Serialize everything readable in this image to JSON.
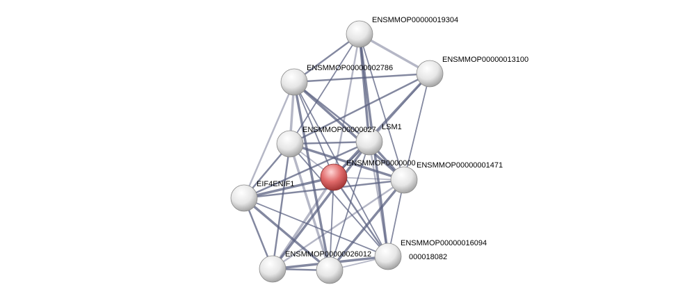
{
  "network": {
    "nodes": [
      {
        "id": "n19304",
        "label": "ENSMMOP00000019304",
        "kind": "neighbor"
      },
      {
        "id": "n13100",
        "label": "ENSMMOP00000013100",
        "kind": "neighbor"
      },
      {
        "id": "n2786",
        "label": "ENSMMOP00000002786",
        "kind": "neighbor"
      },
      {
        "id": "n27",
        "label": "ENSMMOP00000027",
        "kind": "neighbor"
      },
      {
        "id": "lsm1",
        "label": "LSM1",
        "kind": "neighbor"
      },
      {
        "id": "query",
        "label": "ENSMMOP0000000",
        "kind": "query"
      },
      {
        "id": "n1471",
        "label": "ENSMMOP00000001471",
        "kind": "neighbor"
      },
      {
        "id": "eif4enif1",
        "label": "EIF4ENIF1",
        "kind": "neighbor"
      },
      {
        "id": "n16094",
        "label": "ENSMMOP00000016094",
        "kind": "neighbor"
      },
      {
        "id": "n18082",
        "label": "000018082",
        "kind": "neighbor"
      },
      {
        "id": "n26012",
        "label": "ENSMMOP00000026012",
        "kind": "neighbor"
      },
      {
        "id": "bl",
        "label": "",
        "kind": "neighbor"
      }
    ],
    "edges": [
      [
        "n19304",
        "n13100"
      ],
      [
        "n19304",
        "n2786"
      ],
      [
        "n19304",
        "n27"
      ],
      [
        "n19304",
        "lsm1"
      ],
      [
        "n19304",
        "query"
      ],
      [
        "n19304",
        "n1471"
      ],
      [
        "n19304",
        "n16094"
      ],
      [
        "n13100",
        "n2786"
      ],
      [
        "n13100",
        "lsm1"
      ],
      [
        "n13100",
        "query"
      ],
      [
        "n13100",
        "n27"
      ],
      [
        "n13100",
        "n1471"
      ],
      [
        "n2786",
        "n27"
      ],
      [
        "n2786",
        "lsm1"
      ],
      [
        "n2786",
        "query"
      ],
      [
        "n2786",
        "n1471"
      ],
      [
        "n2786",
        "eif4enif1"
      ],
      [
        "n2786",
        "n16094"
      ],
      [
        "n2786",
        "n26012"
      ],
      [
        "n27",
        "lsm1"
      ],
      [
        "n27",
        "query"
      ],
      [
        "n27",
        "n1471"
      ],
      [
        "n27",
        "eif4enif1"
      ],
      [
        "n27",
        "n16094"
      ],
      [
        "n27",
        "n26012"
      ],
      [
        "n27",
        "bl"
      ],
      [
        "lsm1",
        "query"
      ],
      [
        "lsm1",
        "n1471"
      ],
      [
        "lsm1",
        "n16094"
      ],
      [
        "lsm1",
        "n26012"
      ],
      [
        "lsm1",
        "bl"
      ],
      [
        "lsm1",
        "eif4enif1"
      ],
      [
        "query",
        "n1471"
      ],
      [
        "query",
        "eif4enif1"
      ],
      [
        "query",
        "n16094"
      ],
      [
        "query",
        "n26012"
      ],
      [
        "query",
        "bl"
      ],
      [
        "n1471",
        "eif4enif1"
      ],
      [
        "n1471",
        "n16094"
      ],
      [
        "n1471",
        "n26012"
      ],
      [
        "n1471",
        "bl"
      ],
      [
        "eif4enif1",
        "n16094"
      ],
      [
        "eif4enif1",
        "n26012"
      ],
      [
        "eif4enif1",
        "bl"
      ],
      [
        "n16094",
        "n26012"
      ],
      [
        "n16094",
        "bl"
      ],
      [
        "n26012",
        "bl"
      ]
    ],
    "colors": {
      "edge": "#5a6080",
      "query_node": "#e06a6a",
      "neighbor_node": "#e8e8e8"
    }
  }
}
